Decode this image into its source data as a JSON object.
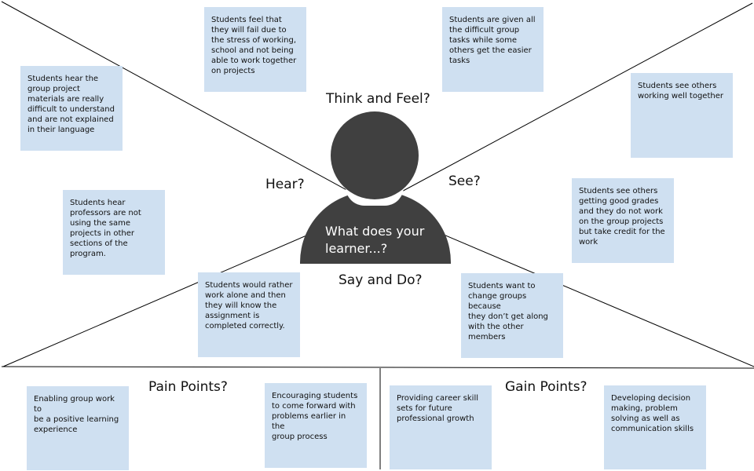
{
  "center": {
    "text": "What does your\nlearner...?"
  },
  "quadrants": {
    "think_feel": "Think and Feel?",
    "hear": "Hear?",
    "see": "See?",
    "say_do": "Say and Do?"
  },
  "bottom": {
    "pain_title": "Pain Points?",
    "gain_title": "Gain Points?"
  },
  "notes": {
    "think_1": " Students feel  that\nthey  will fail due to\nthe stress of working,\nschool and not being\nable to work together\non projects",
    "think_2": "Students are given all\nthe difficult group\ntasks while some\nothers get the easier\ntasks",
    "hear_1": "Students hear the\ngroup project\nmaterials are really\ndifficult to understand\nand are not explained\nin their language",
    "hear_2": "Students hear\nprofessors are not\nusing the same\nprojects in other\nsections of the\nprogram.",
    "see_1": "Students see others\nworking well together",
    "see_2": "Students see others\ngetting  good grades\nand they do not work\non the group projects\nbut take credit for the\nwork",
    "say_1": "Students  would rather\nwork alone and then\nthey will  know the\nassignment is\ncompleted correctly.",
    "say_2": "Students want to\nchange groups because\nthey don’t get along\nwith the other\nmembers",
    "pain_1": "Enabling group work to\nbe a positive learning\nexperience",
    "pain_2": "Encouraging students\nto come forward with\nproblems earlier in the\ngroup process",
    "gain_1": "Providing career skill\nsets for future\nprofessional growth",
    "gain_2": "Developing decision\nmaking,  problem\nsolving as well as\ncommunication skills"
  },
  "colors": {
    "sticky_note": "#cfe0f1",
    "person": "#404040",
    "lines": "#000000"
  }
}
